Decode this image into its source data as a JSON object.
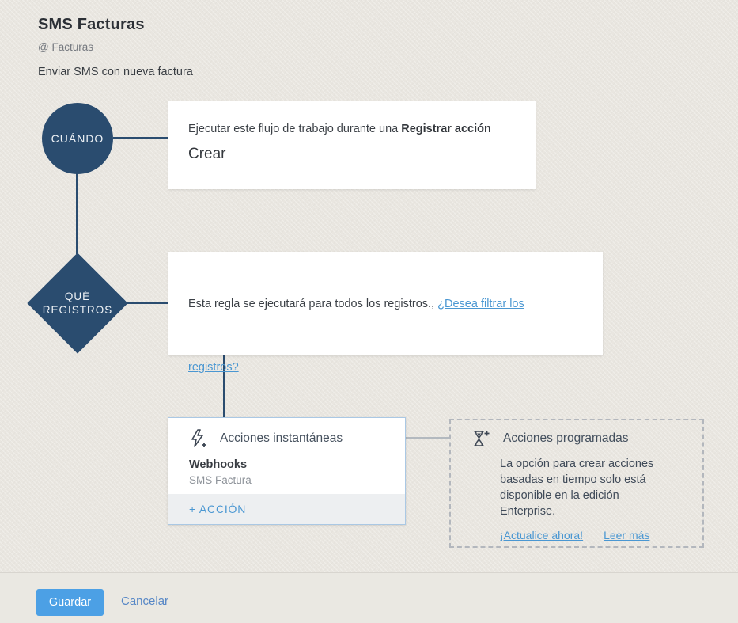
{
  "page": {
    "title": "SMS Facturas",
    "module": "@ Facturas",
    "description": "Enviar SMS con nueva factura"
  },
  "when": {
    "node_label": "CUÁNDO",
    "line_prefix": "Ejecutar este flujo de trabajo durante una ",
    "line_bold": "Registrar acción",
    "value": "Crear"
  },
  "which": {
    "node_label": "QUÉ REGISTROS",
    "text": "Esta regla se ejecutará para todos los registros., ",
    "filter_link_part1": "¿Desea filtrar los",
    "filter_link_part2": "registros?"
  },
  "instant_actions": {
    "icon": "lightning-plus-icon",
    "title": "Acciones instantáneas",
    "action_type": "Webhooks",
    "action_name": "SMS Factura",
    "add_action_label": "+ ACCIÓN"
  },
  "scheduled_actions": {
    "icon": "hourglass-plus-icon",
    "title": "Acciones programadas",
    "body": "La opción para crear acciones basadas en tiempo solo está disponible en la edición Enterprise.",
    "upgrade_link": "¡Actualice ahora!",
    "read_more_link": "Leer más"
  },
  "footer": {
    "save_label": "Guardar",
    "cancel_label": "Cancelar"
  },
  "colors": {
    "node_navy": "#2a4c6f",
    "link_blue": "#4a97d2",
    "save_button_blue": "#4ca0e5",
    "background_beige": "#e9e6e0",
    "instant_card_border": "#aac8e4"
  }
}
